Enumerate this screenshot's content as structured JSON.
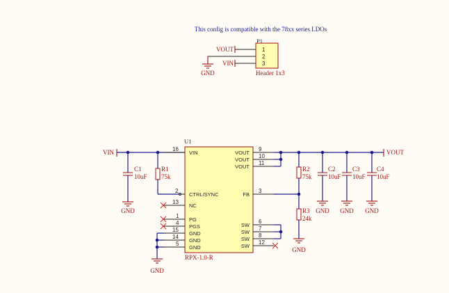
{
  "note": "This config is compatible with the 78xx series LDOs",
  "header": {
    "designator": "P1",
    "comment": "Header 1x3",
    "pins": [
      "1",
      "2",
      "3"
    ],
    "nets": [
      "VOUT",
      "GND",
      "VIN"
    ]
  },
  "ic": {
    "designator": "U1",
    "part": "RPX-1.0-R",
    "left_pins": [
      {
        "num": "16",
        "name": "VIN"
      },
      {
        "num": "2",
        "name": "CTRL/SYNC"
      },
      {
        "num": "13",
        "name": "NC"
      },
      {
        "num": "1",
        "name": "PG"
      },
      {
        "num": "4",
        "name": "PGS"
      },
      {
        "num": "15",
        "name": "GND"
      },
      {
        "num": "14",
        "name": "GND"
      },
      {
        "num": "5",
        "name": "GND"
      }
    ],
    "right_pins": [
      {
        "num": "9",
        "name": "VOUT"
      },
      {
        "num": "10",
        "name": "VOUT"
      },
      {
        "num": "11",
        "name": "VOUT"
      },
      {
        "num": "3",
        "name": "FB"
      },
      {
        "num": "6",
        "name": "SW"
      },
      {
        "num": "7",
        "name": "SW"
      },
      {
        "num": "8",
        "name": "SW"
      },
      {
        "num": "12",
        "name": "SW"
      }
    ]
  },
  "components": {
    "c1": {
      "ref": "C1",
      "value": "10uF"
    },
    "r1": {
      "ref": "R1",
      "value": "75k"
    },
    "r2": {
      "ref": "R2",
      "value": "75k"
    },
    "r3": {
      "ref": "R3",
      "value": "24k"
    },
    "c2": {
      "ref": "C2",
      "value": "10uF"
    },
    "c3": {
      "ref": "C3",
      "value": "10uF"
    },
    "c4": {
      "ref": "C4",
      "value": "10uF"
    }
  },
  "nets": {
    "vin": "VIN",
    "vout": "VOUT",
    "gnd": "GND"
  }
}
